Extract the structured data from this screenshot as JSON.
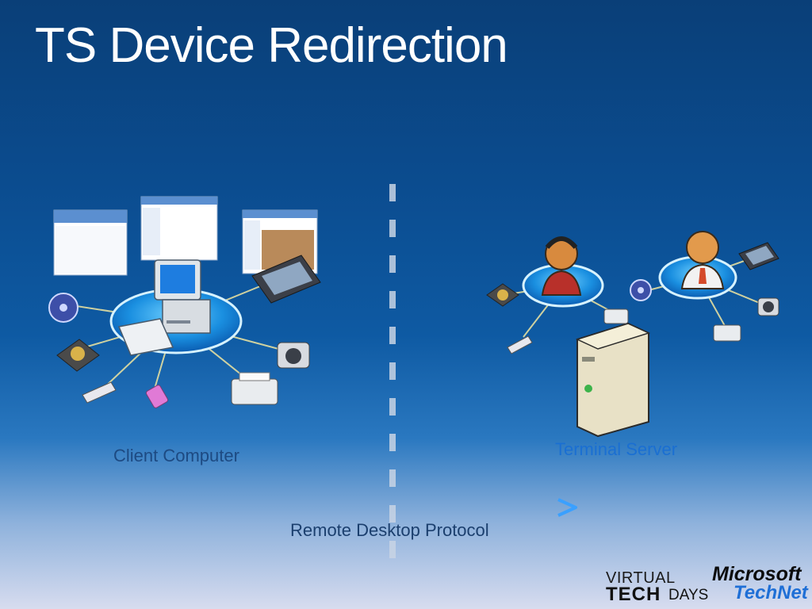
{
  "slide": {
    "title": "TS Device Redirection"
  },
  "labels": {
    "client": "Client Computer",
    "server": "Terminal Server",
    "protocol": "Remote Desktop Protocol"
  },
  "branding": {
    "virtual": "VIRTUAL",
    "tech": "TECH",
    "days": "DAYS",
    "microsoft": "Microsoft",
    "technet": "TechNet"
  },
  "icons": {
    "client": [
      "word-window-icon",
      "explorer-window-icon",
      "photos-window-icon",
      "desktop-computer-icon",
      "keyboard-icon",
      "dvd-icon",
      "hard-drive-icon",
      "usb-stick-icon",
      "smart-card-reader-icon",
      "printer-icon",
      "camera-icon",
      "pda-icon"
    ],
    "server": [
      "user-icon",
      "user-icon",
      "server-tower-icon",
      "hard-drive-icon",
      "usb-stick-icon",
      "printer-icon",
      "dvd-icon",
      "pda-icon",
      "camera-icon",
      "printer-icon"
    ]
  },
  "colors": {
    "title": "#ffffff",
    "client_label": "#1d4a82",
    "server_label": "#1a6fd2",
    "arrow": "#2b8cf0",
    "divider": "#c8d4e4"
  }
}
